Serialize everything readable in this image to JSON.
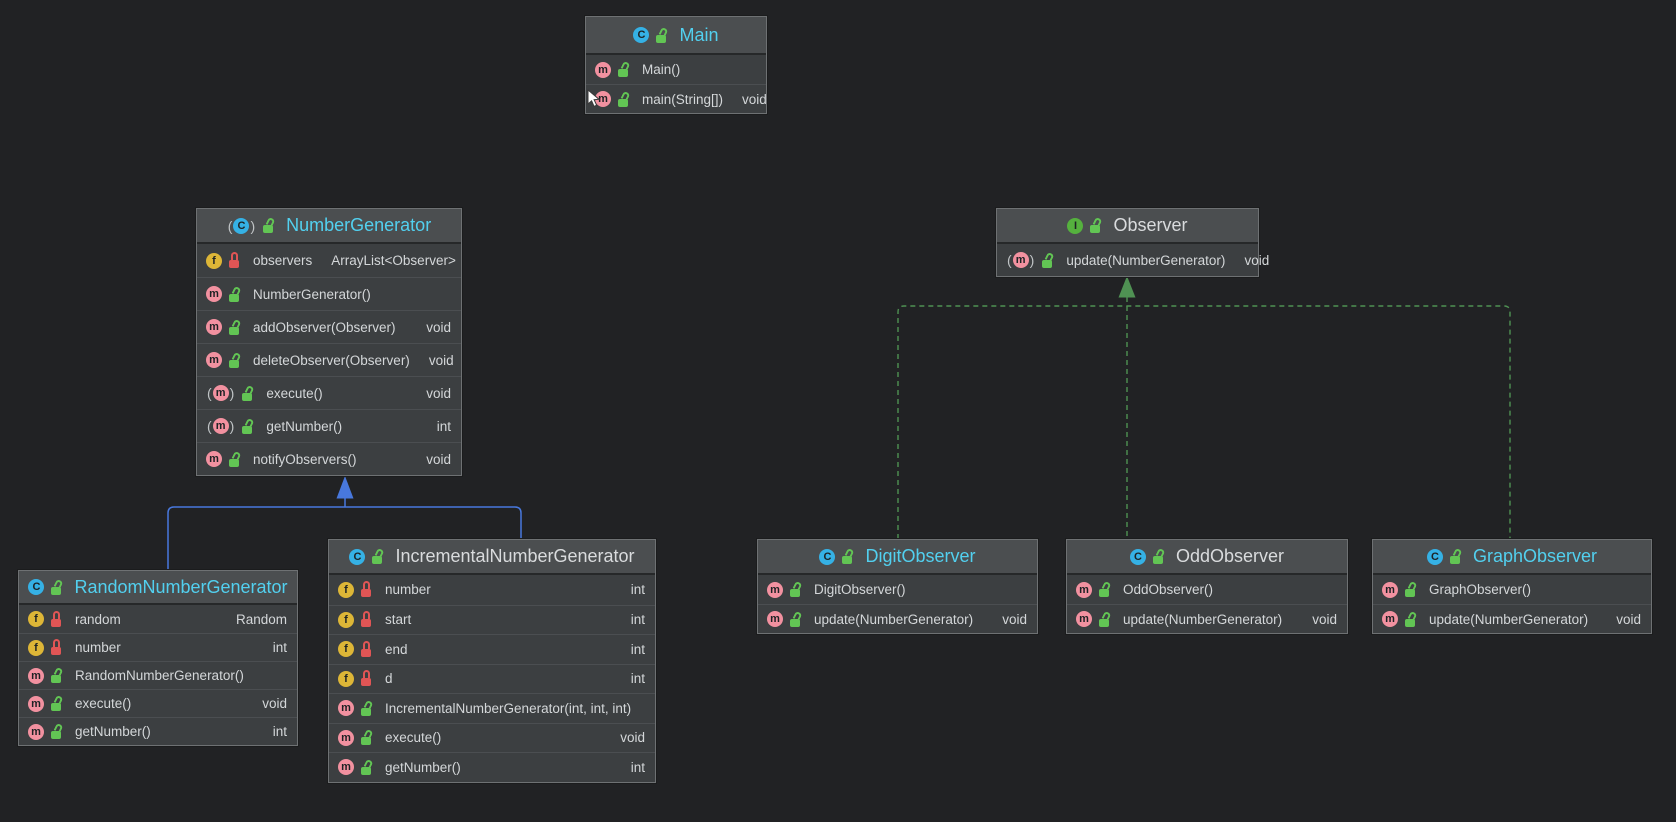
{
  "palette": {
    "canvas_bg": "#212224",
    "box_bg": "#3c3f41",
    "header_bg": "#4b4e50",
    "title_cyan": "#52d0ef",
    "title_white": "#d9dbdd",
    "member_text": "#d4d7d9",
    "extends_line_blue": "#4878dd",
    "implements_line_green": "#4f9153",
    "icon_class": "#35b1e5",
    "icon_interface": "#55b13e",
    "icon_field": "#ddb637",
    "icon_method": "#f291a0",
    "lock_public_green": "#62c554",
    "lock_private_red": "#e05555"
  },
  "diagram": {
    "classes": [
      {
        "id": "main",
        "title": "Main",
        "kind": "class",
        "title_style": "cyan",
        "members": [
          {
            "icon": "method",
            "lock": "public",
            "name": "Main()",
            "type": ""
          },
          {
            "icon": "method",
            "lock": "public",
            "name": "main(String[])",
            "type": "void"
          }
        ]
      },
      {
        "id": "number-generator",
        "title": "NumberGenerator",
        "kind": "abstract-class",
        "title_style": "cyan",
        "members": [
          {
            "icon": "field",
            "lock": "private",
            "name": "observers",
            "type": "ArrayList<Observer>"
          },
          {
            "icon": "method",
            "lock": "public",
            "name": "NumberGenerator()",
            "type": ""
          },
          {
            "icon": "method",
            "lock": "public",
            "name": "addObserver(Observer)",
            "type": "void"
          },
          {
            "icon": "method",
            "lock": "public",
            "name": "deleteObserver(Observer)",
            "type": "void"
          },
          {
            "icon": "method-abstract",
            "lock": "public",
            "name": "execute()",
            "type": "void"
          },
          {
            "icon": "method-abstract",
            "lock": "public",
            "name": "getNumber()",
            "type": "int"
          },
          {
            "icon": "method",
            "lock": "public",
            "name": "notifyObservers()",
            "type": "void"
          }
        ]
      },
      {
        "id": "observer",
        "title": "Observer",
        "kind": "interface",
        "title_style": "white",
        "members": [
          {
            "icon": "method-abstract",
            "lock": "public",
            "name": "update(NumberGenerator)",
            "type": "void"
          }
        ]
      },
      {
        "id": "random-number-generator",
        "title": "RandomNumberGenerator",
        "kind": "class",
        "title_style": "cyan",
        "members": [
          {
            "icon": "field",
            "lock": "private",
            "name": "random",
            "type": "Random"
          },
          {
            "icon": "field",
            "lock": "private",
            "name": "number",
            "type": "int"
          },
          {
            "icon": "method",
            "lock": "public",
            "name": "RandomNumberGenerator()",
            "type": ""
          },
          {
            "icon": "method",
            "lock": "public",
            "name": "execute()",
            "type": "void"
          },
          {
            "icon": "method",
            "lock": "public",
            "name": "getNumber()",
            "type": "int"
          }
        ]
      },
      {
        "id": "incremental-number-generator",
        "title": "IncrementalNumberGenerator",
        "kind": "class",
        "title_style": "white",
        "members": [
          {
            "icon": "field",
            "lock": "private",
            "name": "number",
            "type": "int"
          },
          {
            "icon": "field",
            "lock": "private",
            "name": "start",
            "type": "int"
          },
          {
            "icon": "field",
            "lock": "private",
            "name": "end",
            "type": "int"
          },
          {
            "icon": "field",
            "lock": "private",
            "name": "d",
            "type": "int"
          },
          {
            "icon": "method",
            "lock": "public",
            "name": "IncrementalNumberGenerator(int, int, int)",
            "type": ""
          },
          {
            "icon": "method",
            "lock": "public",
            "name": "execute()",
            "type": "void"
          },
          {
            "icon": "method",
            "lock": "public",
            "name": "getNumber()",
            "type": "int"
          }
        ]
      },
      {
        "id": "digit-observer",
        "title": "DigitObserver",
        "kind": "class",
        "title_style": "cyan",
        "members": [
          {
            "icon": "method",
            "lock": "public",
            "name": "DigitObserver()",
            "type": ""
          },
          {
            "icon": "method",
            "lock": "public",
            "name": "update(NumberGenerator)",
            "type": "void"
          }
        ]
      },
      {
        "id": "odd-observer",
        "title": "OddObserver",
        "kind": "class",
        "title_style": "white",
        "members": [
          {
            "icon": "method",
            "lock": "public",
            "name": "OddObserver()",
            "type": ""
          },
          {
            "icon": "method",
            "lock": "public",
            "name": "update(NumberGenerator)",
            "type": "void"
          }
        ]
      },
      {
        "id": "graph-observer",
        "title": "GraphObserver",
        "kind": "class",
        "title_style": "cyan",
        "members": [
          {
            "icon": "method",
            "lock": "public",
            "name": "GraphObserver()",
            "type": ""
          },
          {
            "icon": "method",
            "lock": "public",
            "name": "update(NumberGenerator)",
            "type": "void"
          }
        ]
      }
    ],
    "relations": [
      {
        "type": "extends",
        "from": [
          "RandomNumberGenerator",
          "IncrementalNumberGenerator"
        ],
        "to": "NumberGenerator",
        "style": "solid-blue"
      },
      {
        "type": "implements",
        "from": [
          "DigitObserver",
          "OddObserver",
          "GraphObserver"
        ],
        "to": "Observer",
        "style": "dashed-green"
      }
    ]
  }
}
